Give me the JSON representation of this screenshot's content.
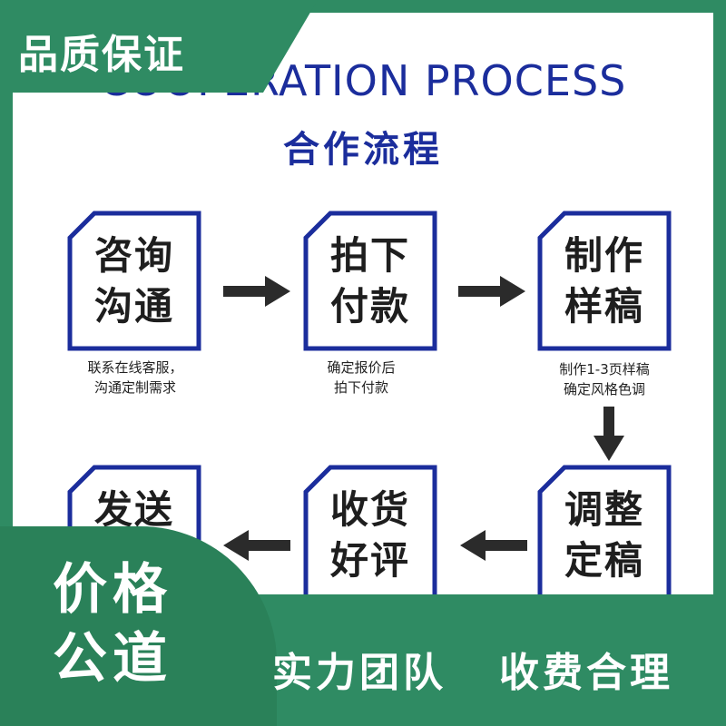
{
  "header": {
    "badge": "品质保证",
    "title_en": "COOPERATION PROCESS",
    "title_cn": "合作流程"
  },
  "steps": [
    {
      "line1": "咨询",
      "line2": "沟通",
      "note1": "联系在线客服，",
      "note2": "沟通定制需求"
    },
    {
      "line1": "拍下",
      "line2": "付款",
      "note1": "确定报价后",
      "note2": "拍下付款"
    },
    {
      "line1": "制作",
      "line2": "样稿",
      "note1": "制作1-3页样稿",
      "note2": "确定风格色调"
    },
    {
      "line1": "调整",
      "line2": "定稿"
    },
    {
      "line1": "收货",
      "line2": "好评"
    },
    {
      "line1": "发送",
      "line2": ""
    }
  ],
  "footer": {
    "price_line1": "价格",
    "price_line2": "公道",
    "slogan1": "实力团队",
    "slogan2": "收费合理"
  },
  "colors": {
    "green": "#2f8b63",
    "blue": "#1b2d9c",
    "arrow": "#2b2b2b"
  }
}
